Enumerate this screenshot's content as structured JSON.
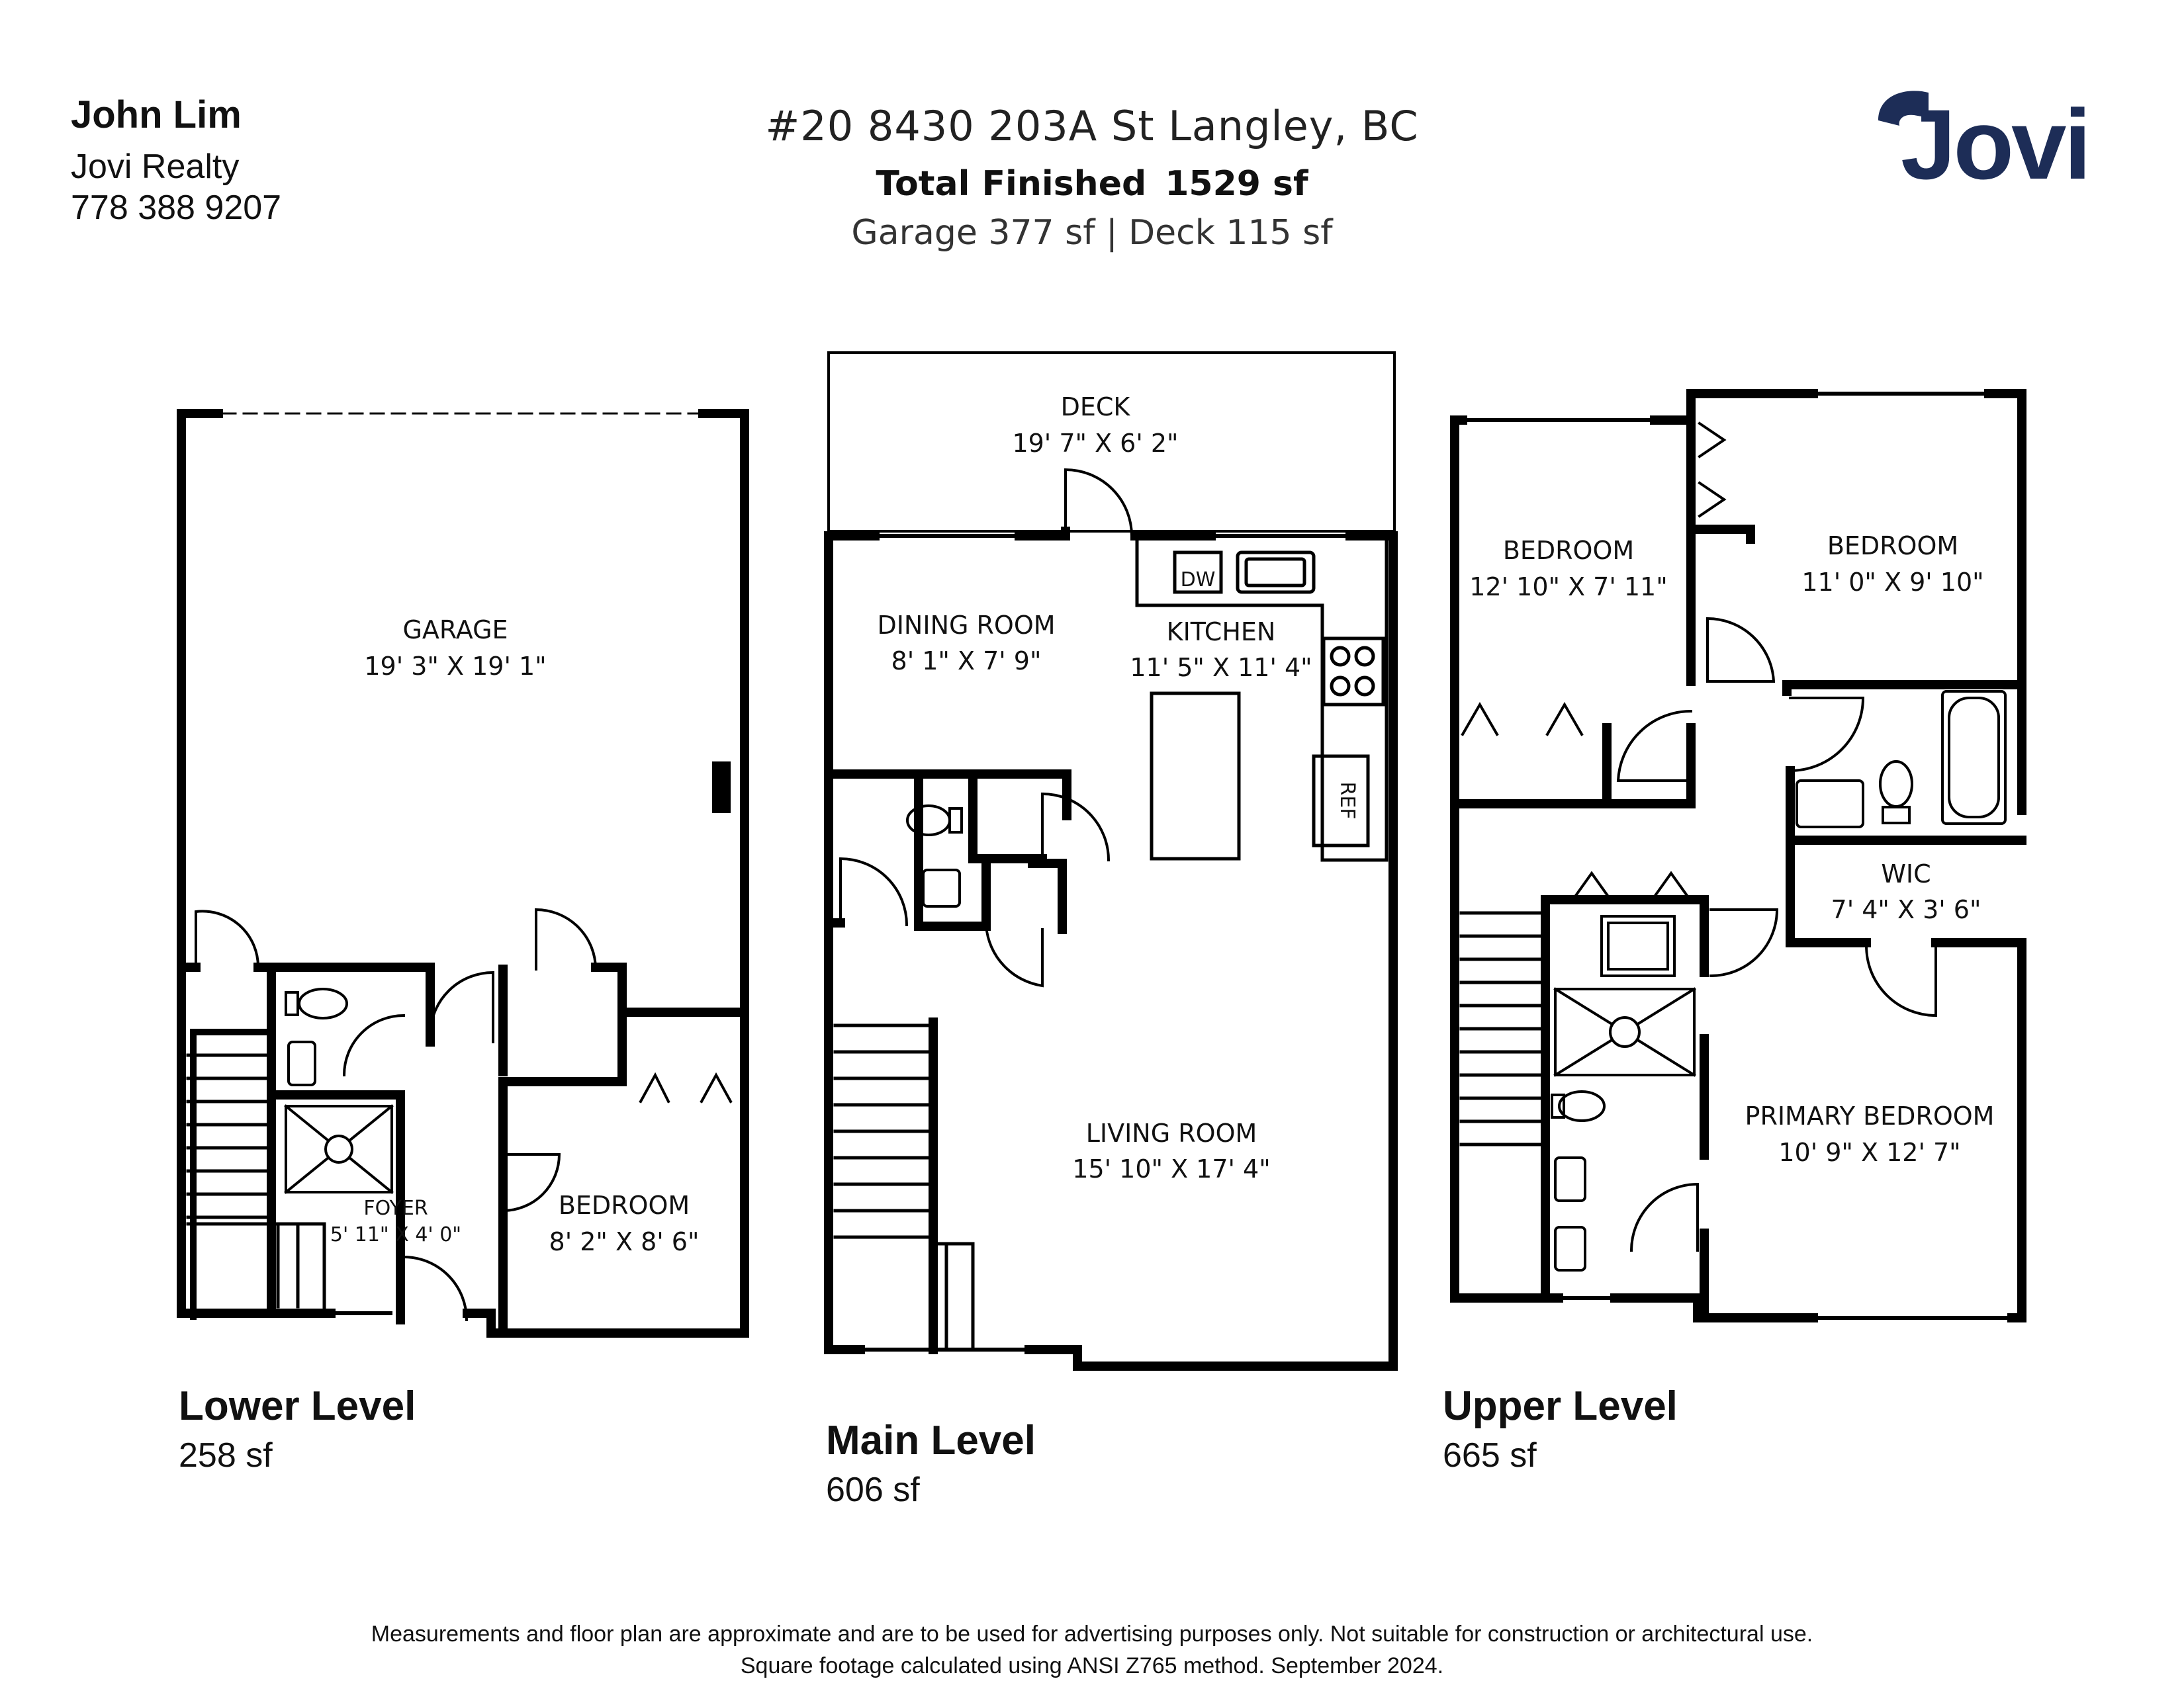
{
  "agent": {
    "name": "John Lim",
    "company": "Jovi Realty",
    "phone": "778 388 9207"
  },
  "property": {
    "address": "#20 8430 203A St Langley, BC",
    "total_label": "Total Finished",
    "total_value": "1529 sf",
    "extras": "Garage  377 sf | Deck 115 sf"
  },
  "logo": {
    "text": "Jovi",
    "color": "#1d2d57"
  },
  "levels": {
    "lower": {
      "name": "Lower Level",
      "area": "258 sf"
    },
    "main": {
      "name": "Main Level",
      "area": "606 sf"
    },
    "upper": {
      "name": "Upper Level",
      "area": "665 sf"
    }
  },
  "rooms": {
    "garage": {
      "name": "GARAGE",
      "dims": "19' 3\" X 19' 1\""
    },
    "lower_bedroom": {
      "name": "BEDROOM",
      "dims": "8' 2\" X 8' 6\""
    },
    "foyer": {
      "name": "FOYER",
      "dims": "5' 11\" X 4' 0\""
    },
    "deck": {
      "name": "DECK",
      "dims": "19' 7\" X 6' 2\""
    },
    "dining": {
      "name": "DINING ROOM",
      "dims": "8' 1\" X 7' 9\""
    },
    "kitchen": {
      "name": "KITCHEN",
      "dims": "11' 5\" X 11' 4\""
    },
    "living": {
      "name": "LIVING ROOM",
      "dims": "15' 10\" X 17' 4\""
    },
    "upper_bedroom_left": {
      "name": "BEDROOM",
      "dims": "12' 10\" X 7' 11\""
    },
    "upper_bedroom_right": {
      "name": "BEDROOM",
      "dims": "11' 0\" X 9' 10\""
    },
    "wic": {
      "name": "WIC",
      "dims": "7' 4\" X 3' 6\""
    },
    "primary": {
      "name": "PRIMARY BEDROOM",
      "dims": "10' 9\" X 12' 7\""
    }
  },
  "fixtures": {
    "dishwasher": "DW",
    "fridge": "REF"
  },
  "disclaimer": {
    "line1": "Measurements and floor plan are approximate and are to be used for advertising purposes only. Not suitable for construction or architectural use.",
    "line2": "Square footage calculated using ANSI Z765 method. September 2024."
  }
}
